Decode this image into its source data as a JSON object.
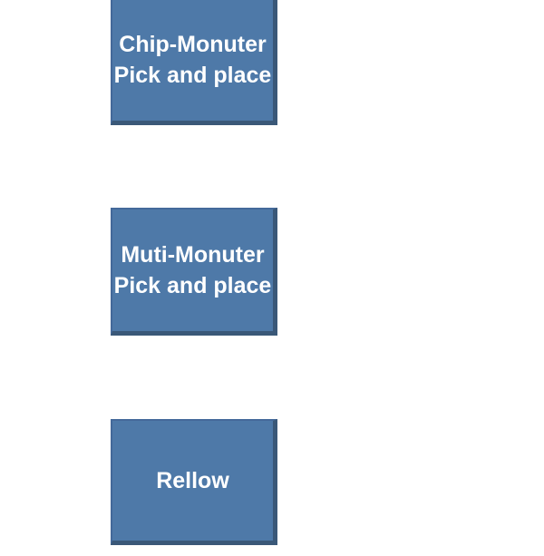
{
  "diagram": {
    "colors": {
      "page_background": "#ffffff",
      "node_fill": "#4e79a8",
      "node_border_light": "#44699a",
      "node_border_dark": "#3a5878",
      "node_text": "#ffffff"
    },
    "nodes": [
      {
        "id": "chip-mounter",
        "lines": [
          "Chip-Monuter",
          "Pick and place"
        ]
      },
      {
        "id": "multi-mounter",
        "lines": [
          "Muti-Monuter",
          "Pick and place"
        ]
      },
      {
        "id": "reflow",
        "lines": [
          "Rellow"
        ]
      }
    ]
  }
}
